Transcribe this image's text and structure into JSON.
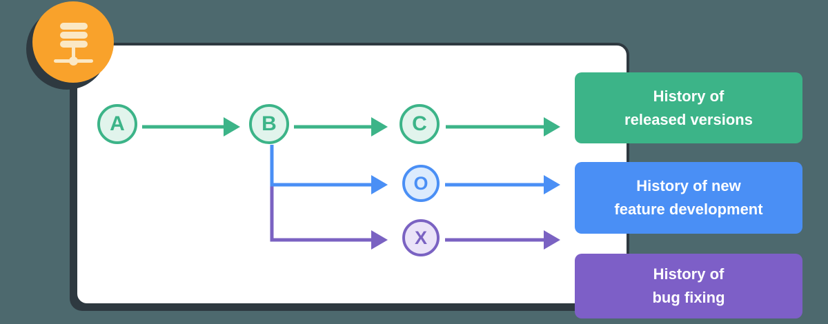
{
  "colors": {
    "background": "#4d696e",
    "outline_dark": "#2e3940",
    "card_white": "#ffffff",
    "badge_orange": "#f9a22b",
    "badge_icon_cream": "#fbe8c4",
    "released_green": "#3cb488",
    "released_node_fill": "#e1f4ec",
    "feature_blue": "#4a8ff5",
    "feature_node_fill": "#dcebfd",
    "bugfix_purple": "#7a62c2",
    "bugfix_box_purple": "#7d5fc7",
    "box_text": "#ffffff"
  },
  "badge": {
    "icon_name": "server-stack-network-icon"
  },
  "graph": {
    "nodes": [
      {
        "label": "A",
        "branch": "released-versions"
      },
      {
        "label": "B",
        "branch": "released-versions"
      },
      {
        "label": "C",
        "branch": "released-versions"
      },
      {
        "label": "O",
        "branch": "new-feature-development"
      },
      {
        "label": "X",
        "branch": "bug-fixing"
      }
    ],
    "edges": [
      {
        "from": "A",
        "to": "B",
        "color": "green"
      },
      {
        "from": "B",
        "to": "C",
        "color": "green"
      },
      {
        "from": "C",
        "to": "released-versions-box",
        "color": "green"
      },
      {
        "from": "B",
        "to": "O",
        "color": "blue"
      },
      {
        "from": "O",
        "to": "feature-development-box",
        "color": "blue"
      },
      {
        "from": "B",
        "to": "X",
        "color": "purple"
      },
      {
        "from": "X",
        "to": "bug-fixing-box",
        "color": "purple"
      }
    ]
  },
  "legend": {
    "released": {
      "line1": "History of",
      "line2": "released versions"
    },
    "feature": {
      "line1": "History of new",
      "line2": "feature development"
    },
    "bugfix": {
      "line1": "History of",
      "line2": "bug fixing"
    }
  }
}
